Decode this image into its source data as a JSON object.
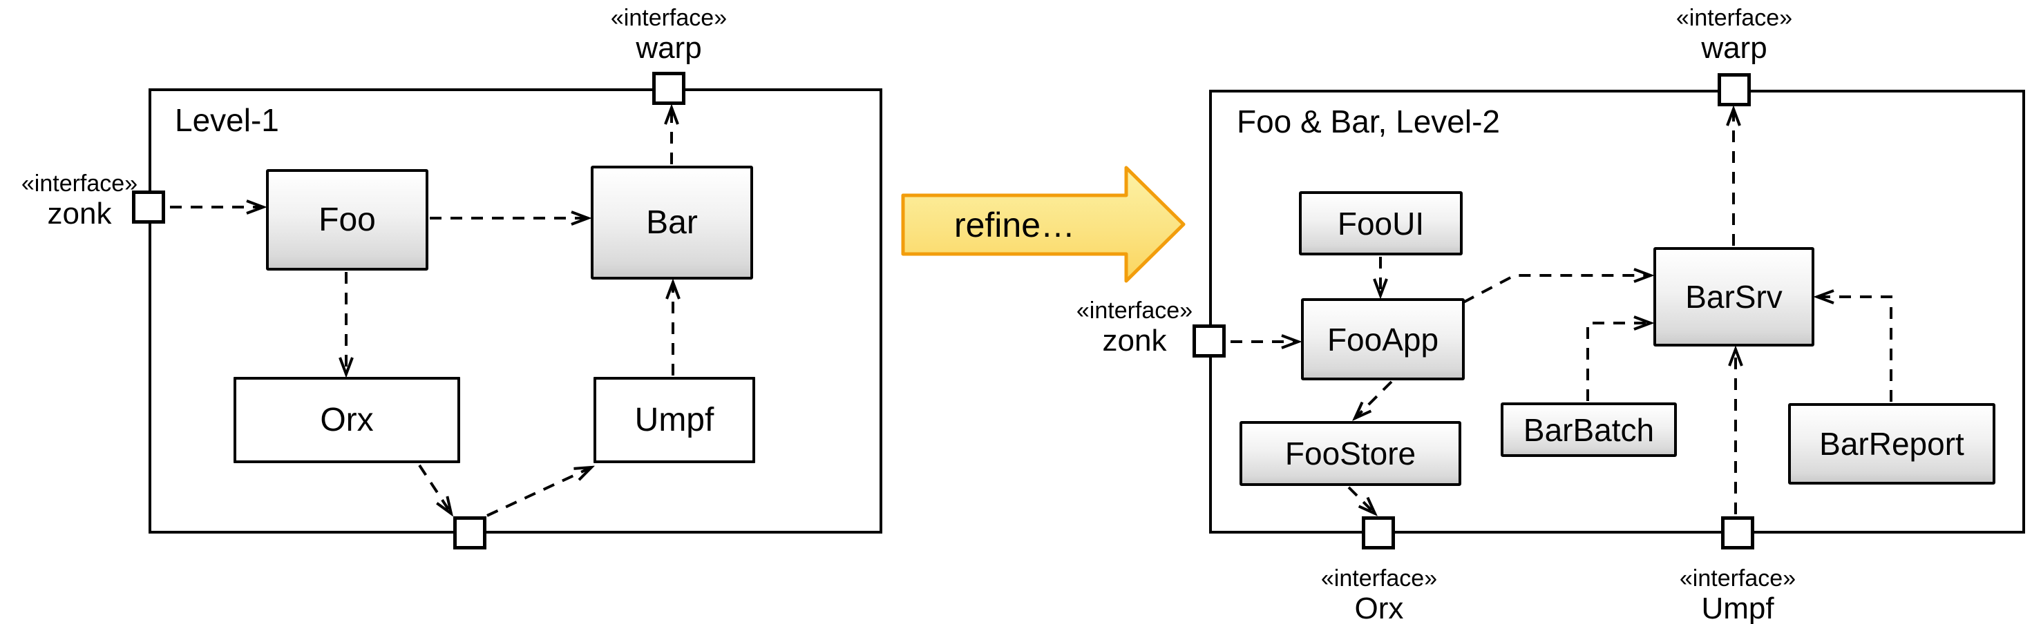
{
  "left_diagram": {
    "title": "Level-1",
    "warp_interface": {
      "stereotype": "«interface»",
      "name": "warp"
    },
    "zonk_interface": {
      "stereotype": "«interface»",
      "name": "zonk"
    },
    "components": {
      "foo": "Foo",
      "bar": "Bar",
      "orx": "Orx",
      "umpf": "Umpf"
    }
  },
  "transition": {
    "label": "refine…"
  },
  "right_diagram": {
    "title": "Foo & Bar, Level-2",
    "warp_interface": {
      "stereotype": "«interface»",
      "name": "warp"
    },
    "zonk_interface": {
      "stereotype": "«interface»",
      "name": "zonk"
    },
    "orx_interface": {
      "stereotype": "«interface»",
      "name": "Orx"
    },
    "umpf_interface": {
      "stereotype": "«interface»",
      "name": "Umpf"
    },
    "components": {
      "fooui": "FooUI",
      "fooapp": "FooApp",
      "foostore": "FooStore",
      "barsrv": "BarSrv",
      "barbatch": "BarBatch",
      "barreport": "BarReport"
    }
  },
  "colors": {
    "line": "#000000",
    "background": "#ffffff",
    "component_gradient_top": "#ffffff",
    "component_gradient_bottom": "#cbcbcb",
    "refine_fill_top": "#fcf1a0",
    "refine_fill_bottom": "#fbd55e",
    "refine_border": "#f29d0c"
  }
}
